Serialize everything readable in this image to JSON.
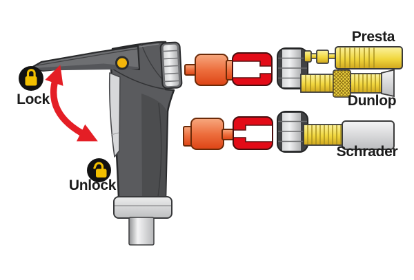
{
  "diagram": {
    "subject": "pump-head valve compatibility diagram",
    "background": "#ffffff"
  },
  "labels": {
    "lock": "Lock",
    "unlock": "Unlock",
    "presta": "Presta",
    "dunlop": "Dunlop",
    "schrader": "Schrader"
  },
  "icons": {
    "lock": "closed-padlock-icon",
    "unlock": "open-padlock-icon",
    "arrow": "curved-double-headed-arrow-icon"
  },
  "colors": {
    "arrow_red": "#e41e25",
    "clip_red": "#e30b17",
    "grommet_orange": "#ee6f40",
    "valve_yellow": "#f1d73e",
    "padlock_yellow": "#f3c000",
    "head_gray": "#5a5b5e",
    "metal_gray": "#c9cacc"
  }
}
